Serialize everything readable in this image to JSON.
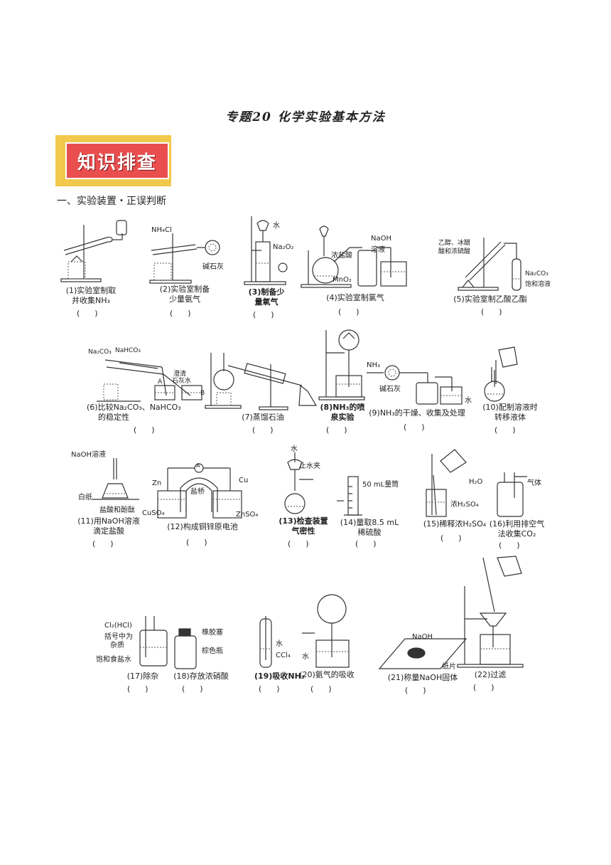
{
  "title": "专题20  化学实验基本方法",
  "badge": "知识排查",
  "section": "一、实验装置・正误判断",
  "blank": "(      )",
  "figures": [
    {
      "id": "1",
      "caption": [
        "(1)实验室制取",
        "并收集NH₃"
      ],
      "labels": []
    },
    {
      "id": "2",
      "caption": [
        "(2)实验室制备",
        "少量氨气"
      ],
      "labels": [
        "NH₄Cl",
        "碱石灰"
      ]
    },
    {
      "id": "3",
      "caption": [
        "(3)制备少",
        "量氧气"
      ],
      "labels": [
        "水",
        "Na₂O₂"
      ]
    },
    {
      "id": "4",
      "caption": [
        "(4)实验室制氯气"
      ],
      "labels": [
        "浓盐酸",
        "NaOH",
        "溶液",
        "MnO₂"
      ]
    },
    {
      "id": "5",
      "caption": [
        "(5)实验室制乙酸乙酯"
      ],
      "labels": [
        "乙醇、冰醋",
        "酸和浓硫酸",
        "Na₂CO₃",
        "饱和溶液"
      ]
    },
    {
      "id": "6",
      "caption": [
        "(6)比较Na₂CO₃、NaHCO₃",
        "的稳定性"
      ],
      "labels": [
        "Na₂CO₃",
        "NaHCO₃",
        "澄清",
        "石灰水",
        "A",
        "B"
      ]
    },
    {
      "id": "7",
      "caption": [
        "(7)蒸馏石油"
      ],
      "labels": []
    },
    {
      "id": "8",
      "caption": [
        "(8)NH₃的喷",
        "泉实验"
      ],
      "labels": []
    },
    {
      "id": "9",
      "caption": [
        "(9)NH₃的干燥、收集及处理"
      ],
      "labels": [
        "NH₃",
        "碱石灰",
        "水"
      ]
    },
    {
      "id": "10",
      "caption": [
        "(10)配制溶液时",
        "转移液体"
      ],
      "labels": []
    },
    {
      "id": "11",
      "caption": [
        "(11)用NaOH溶液",
        "滴定盐酸"
      ],
      "labels": [
        "NaOH溶液",
        "白纸",
        "盐酸和酚酞"
      ]
    },
    {
      "id": "12",
      "caption": [
        "(12)构成铜锌原电池"
      ],
      "labels": [
        "Zn",
        "Cu",
        "盐桥",
        "CuSO₄",
        "ZnSO₄",
        "A"
      ]
    },
    {
      "id": "13",
      "caption": [
        "(13)检查装置",
        "气密性"
      ],
      "labels": [
        "水",
        "止水夹"
      ]
    },
    {
      "id": "14",
      "caption": [
        "(14)量取8.5 mL",
        "稀硫酸"
      ],
      "labels": [
        "50 mL量筒"
      ]
    },
    {
      "id": "15",
      "caption": [
        "(15)稀释浓H₂SO₄"
      ],
      "labels": [
        "H₂O",
        "浓H₂SO₄"
      ]
    },
    {
      "id": "16",
      "caption": [
        "(16)利用排空气",
        "法收集CO₂"
      ],
      "labels": [
        "气体"
      ]
    },
    {
      "id": "17",
      "caption": [
        "(17)除杂"
      ],
      "labels": [
        "Cl₂(HCl)",
        "括号中为",
        "杂质",
        "饱和食盐水"
      ]
    },
    {
      "id": "18",
      "caption": [
        "(18)存放浓硝酸"
      ],
      "labels": [
        "橡胶塞",
        "棕色瓶"
      ]
    },
    {
      "id": "19",
      "caption": [
        "(19)吸收NH₃"
      ],
      "labels": [
        "水",
        "CCl₄"
      ]
    },
    {
      "id": "20",
      "caption": [
        "(20)氨气的吸收"
      ],
      "labels": [
        "水"
      ]
    },
    {
      "id": "21",
      "caption": [
        "(21)称量NaOH固体"
      ],
      "labels": [
        "NaOH",
        "纸片"
      ]
    },
    {
      "id": "22",
      "caption": [
        "(22)过滤"
      ],
      "labels": []
    }
  ]
}
